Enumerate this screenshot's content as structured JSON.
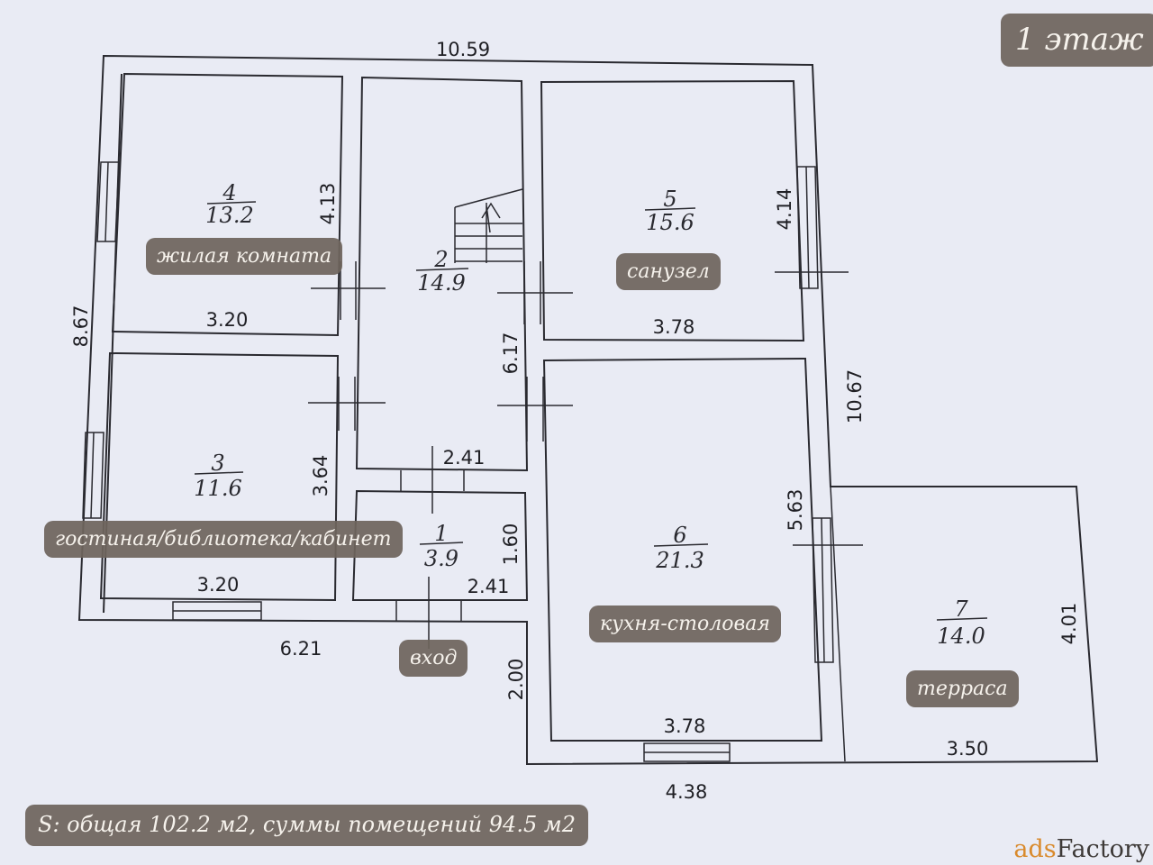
{
  "title": "1 этаж",
  "summary": "S: общая 102.2 м2, суммы помещений 94.5 м2",
  "watermark": {
    "brand": "ads",
    "brand2": "Factory"
  },
  "rooms": [
    {
      "num": "1",
      "area": "3.9"
    },
    {
      "num": "2",
      "area": "14.9"
    },
    {
      "num": "3",
      "area": "11.6"
    },
    {
      "num": "4",
      "area": "13.2"
    },
    {
      "num": "5",
      "area": "15.6"
    },
    {
      "num": "6",
      "area": "21.3"
    },
    {
      "num": "7",
      "area": "14.0"
    }
  ],
  "room_labels": {
    "living": "жилая комната",
    "bathroom": "санузел",
    "lounge": "гостиная/библиотека/кабинет",
    "entrance": "вход",
    "kitchen": "кухня-столовая",
    "terrace": "терраса"
  },
  "dimensions": {
    "top_overall": "10.59",
    "left_overall": "8.67",
    "right_overall": "10.67",
    "room4_width": "3.20",
    "room4_height": "4.13",
    "room5_width": "3.78",
    "room5_height": "4.14",
    "room2_height": "6.17",
    "room2_width": "2.41",
    "room3_height": "3.64",
    "room3_width": "3.20",
    "room1_height": "1.60",
    "room1_width": "2.41",
    "room6_height": "5.63",
    "room6_width": "3.78",
    "room7_height": "4.01",
    "room7_width": "3.50",
    "bottom_left": "6.21",
    "bottom_middle": "4.38",
    "step": "2.00"
  }
}
